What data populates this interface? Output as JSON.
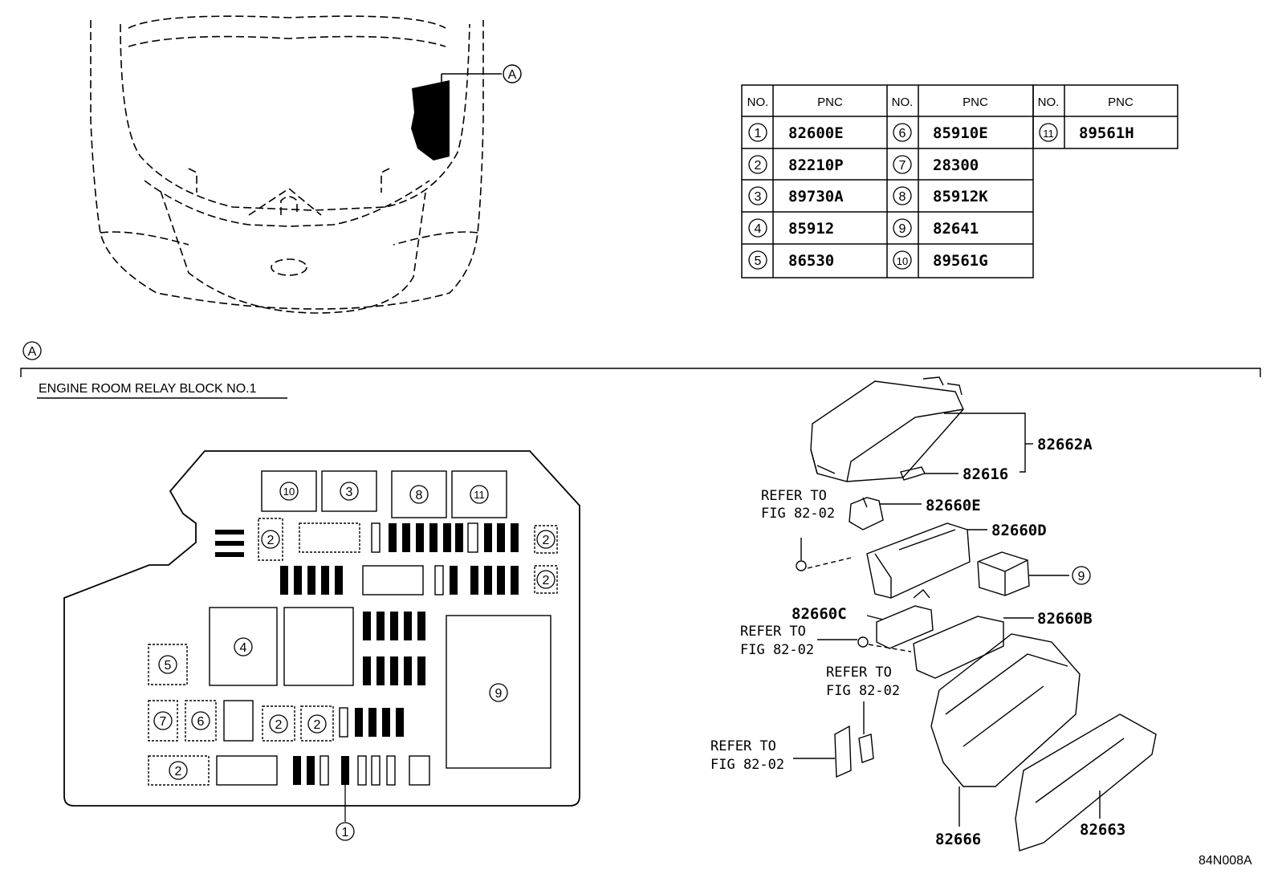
{
  "location_marker": "A",
  "section_marker": "A",
  "section_title": "ENGINE ROOM RELAY BLOCK NO.1",
  "figure_code": "84N008A",
  "pnc_table": {
    "headers": {
      "no": "NO.",
      "pnc": "PNC"
    },
    "columns": [
      [
        {
          "no": "1",
          "pnc": "82600E"
        },
        {
          "no": "2",
          "pnc": "82210P"
        },
        {
          "no": "3",
          "pnc": "89730A"
        },
        {
          "no": "4",
          "pnc": "85912"
        },
        {
          "no": "5",
          "pnc": "86530"
        }
      ],
      [
        {
          "no": "6",
          "pnc": "85910E"
        },
        {
          "no": "7",
          "pnc": "28300"
        },
        {
          "no": "8",
          "pnc": "85912K"
        },
        {
          "no": "9",
          "pnc": "82641"
        },
        {
          "no": "10",
          "pnc": "89561G"
        }
      ],
      [
        {
          "no": "11",
          "pnc": "89561H"
        }
      ]
    ]
  },
  "relay_block": {
    "slot_10": "10",
    "slot_3": "3",
    "slot_8": "8",
    "slot_11": "11",
    "slot_2a": "2",
    "slot_2b": "2",
    "slot_2c": "2",
    "slot_4": "4",
    "slot_5": "5",
    "slot_9": "9",
    "slot_7": "7",
    "slot_6": "6",
    "slot_2d": "2",
    "slot_2e": "2",
    "slot_2f": "2",
    "callout_1": "1"
  },
  "exploded": {
    "p82662A": "82662A",
    "p82616": "82616",
    "p82660E": "82660E",
    "p82660D": "82660D",
    "p82660C": "82660C",
    "p82660B": "82660B",
    "p82666": "82666",
    "p82663": "82663",
    "callout_9": "9",
    "refer_to": "REFER TO",
    "fig_ref": "FIG 82-02"
  }
}
